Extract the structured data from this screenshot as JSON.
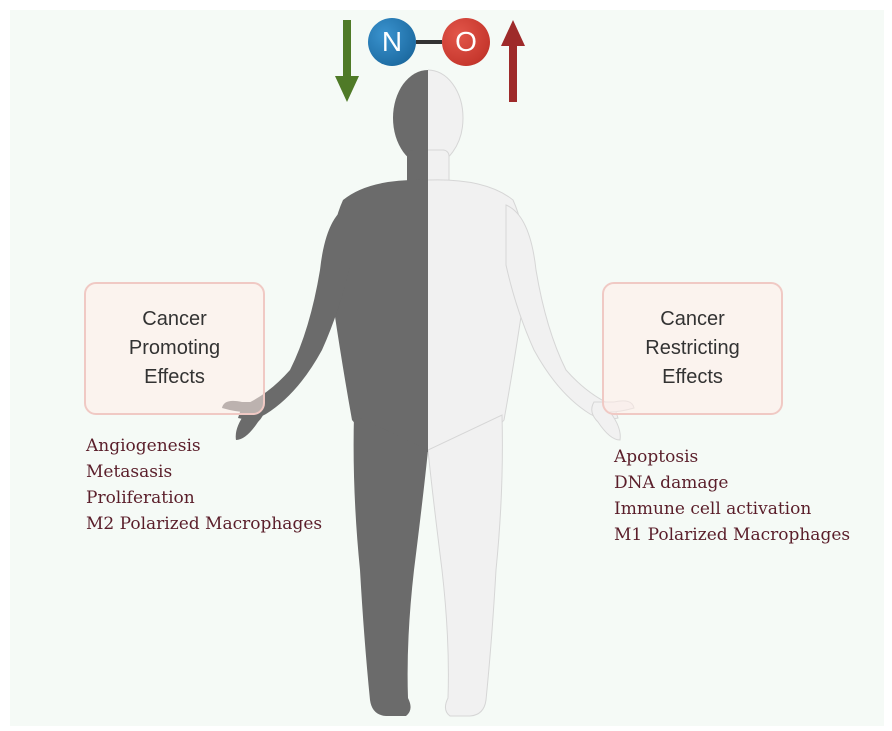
{
  "molecule": {
    "atoms": [
      "N",
      "O"
    ]
  },
  "arrows": {
    "left": {
      "direction": "down",
      "color": "#4f7a27"
    },
    "right": {
      "direction": "up",
      "color": "#9e2a2a"
    }
  },
  "body_halves": {
    "left_color": "#6b6b6b",
    "right_color": "#f1f1f1"
  },
  "left_panel": {
    "heading_lines": [
      "Cancer",
      "Promoting",
      "Effects"
    ],
    "effects": [
      "Angiogenesis",
      "Metasasis",
      "Proliferation",
      "M2 Polarized Macrophages"
    ]
  },
  "right_panel": {
    "heading_lines": [
      "Cancer",
      "Restricting",
      "Effects"
    ],
    "effects": [
      "Apoptosis",
      "DNA damage",
      "Immune cell activation",
      "M1 Polarized Macrophages"
    ]
  }
}
